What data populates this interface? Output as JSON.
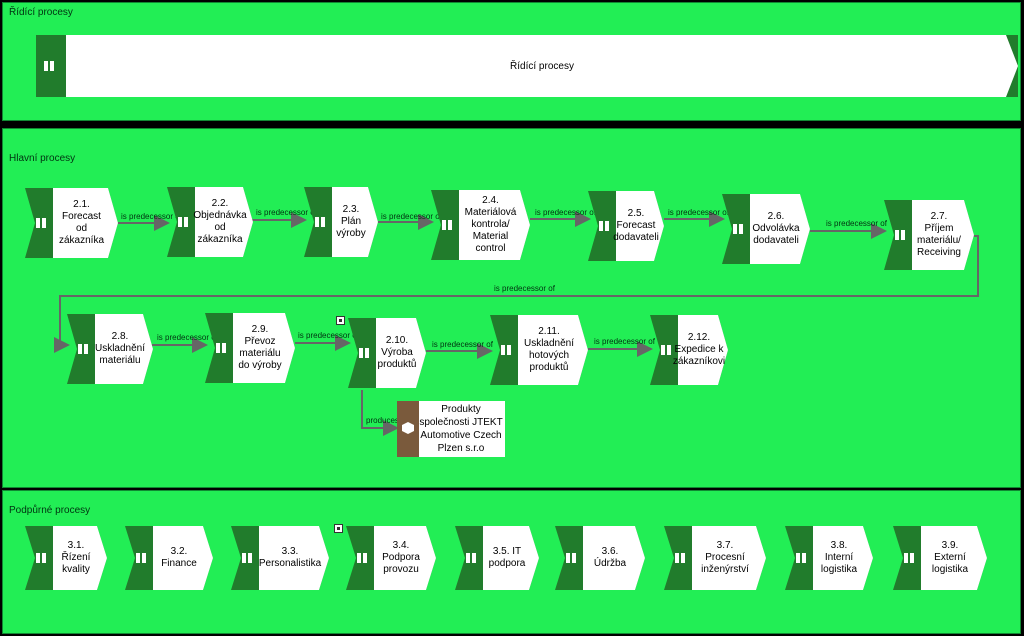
{
  "colors": {
    "panel": "#22ee55",
    "process_dark": "#217c2c",
    "link": "#666666",
    "product_side": "#7a5a3c"
  },
  "panels": {
    "ridici": "Řídící procesy",
    "hlavni": "Hlavní procesy",
    "podpurne": "Podpůrné procesy"
  },
  "ridici_process": "Řídící procesy",
  "link_label": "is predecessor of",
  "produces_label": "produces",
  "product": "Produkty společnosti JTEKT Automotive Czech Plzen s.r.o",
  "main": [
    "2.1. Forecast od zákazníka",
    "2.2. Objednávka od zákazníka",
    "2.3. Plán výroby",
    "2.4. Materiálová kontrola/ Material control",
    "2.5. Forecast dodavateli",
    "2.6. Odvolávka dodavateli",
    "2.7. Příjem materiálu/ Receiving",
    "2.8. Uskladnění materiálu",
    "2.9. Převoz materiálu do výroby",
    "2.10. Výroba produktů",
    "2.11. Uskladnění hotových produktů",
    "2.12. Expedice k zákazníkovi"
  ],
  "support": [
    "3.1. Řízení kvality",
    "3.2. Finance",
    "3.3. Personalistika",
    "3.4. Podpora provozu",
    "3.5. IT podpora",
    "3.6. Údržba",
    "3.7. Procesní inženýrství",
    "3.8. Interní logistika",
    "3.9. Externí logistika"
  ]
}
